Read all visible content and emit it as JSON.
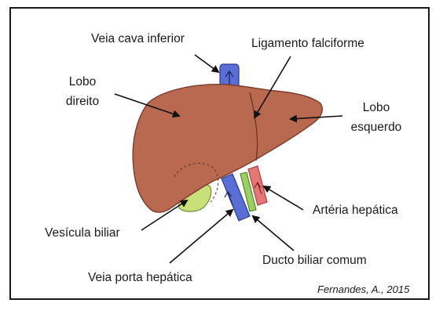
{
  "labels": {
    "veia_cava_inferior": "Veia cava inferior",
    "ligamento_falciforme": "Ligamento falciforme",
    "lobo_direito_line1": "Lobo",
    "lobo_direito_line2": "direito",
    "lobo_esquerdo_line1": "Lobo",
    "lobo_esquerdo_line2": "esquerdo",
    "arteria_hepatica": "Artéria hepática",
    "vesicula_biliar": "Vesícula biliar",
    "ducto_biliar_comum": "Ducto biliar comum",
    "veia_porta_hepatica": "Veia porta hepática"
  },
  "credit": "Fernandes, A., 2015",
  "colors": {
    "liver": "#b9694f",
    "liver_dark": "#8e4a35",
    "vein_blue": "#5a6fd6",
    "artery_red": "#e57676",
    "gallbladder_green": "#c9e07a",
    "duct_green": "#9ccf62"
  }
}
